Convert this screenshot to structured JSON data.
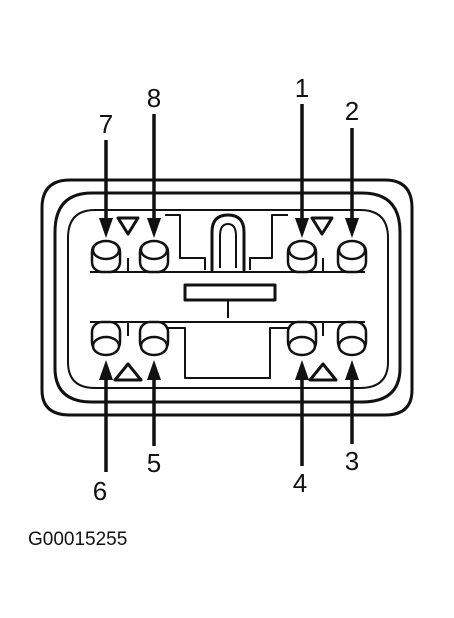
{
  "diagram": {
    "figure_code": "G00015255",
    "pin_labels": {
      "p1": "1",
      "p2": "2",
      "p3": "3",
      "p4": "4",
      "p5": "5",
      "p6": "6",
      "p7": "7",
      "p8": "8"
    }
  }
}
